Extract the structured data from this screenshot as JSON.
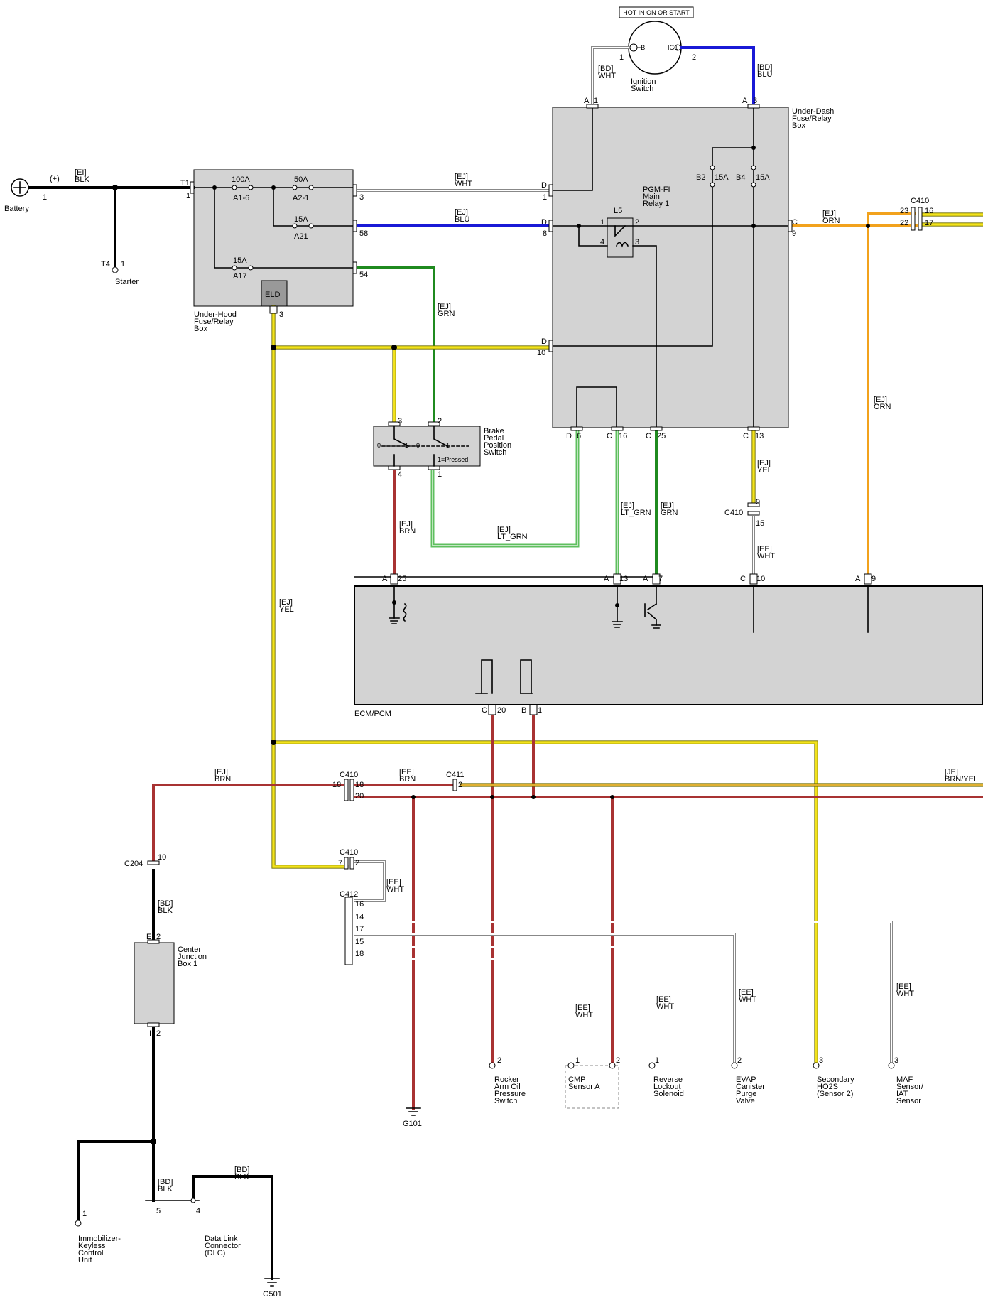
{
  "header_label": "HOT IN ON OR START",
  "components": {
    "battery": {
      "name": "Battery",
      "polarity": "(+)",
      "pin": "1",
      "wire": "[EI]\nBLK"
    },
    "starter": {
      "name": "Starter",
      "connector": "T4",
      "pin": "1"
    },
    "ignition_switch": {
      "name": "Ignition\nSwitch",
      "pin_b": "+B",
      "pin_ig": "IG1",
      "pin1": "1",
      "pin2": "2"
    },
    "under_hood_box": {
      "name": "Under-Hood\nFuse/Relay\nBox",
      "connector": "T1",
      "pin": "1",
      "eld": "ELD",
      "fuses": [
        {
          "rating": "100A",
          "id": "A1-6"
        },
        {
          "rating": "50A",
          "id": "A2-1"
        },
        {
          "rating": "15A",
          "id": "A21"
        },
        {
          "rating": "15A",
          "id": "A17"
        }
      ],
      "pins": [
        "3",
        "58",
        "54",
        "3"
      ]
    },
    "under_dash_box": {
      "name": "Under-Dash\nFuse/Relay\nBox",
      "relay": "PGM-FI\nMain\nRelay 1",
      "relay_id": "L5",
      "fuses": [
        {
          "rating": "15A",
          "id": "B2"
        },
        {
          "rating": "15A",
          "id": "B4"
        }
      ]
    },
    "brake_switch": {
      "name": "Brake\nPedal\nPosition\nSwitch",
      "pressed": "1=Pressed"
    },
    "ecm": {
      "name": "ECM/PCM"
    },
    "center_junction": {
      "name": "Center\nJunction\nBox 1"
    },
    "immobilizer": {
      "name": "Immobilizer-\nKeyless\nControl\nUnit",
      "pin": "1"
    },
    "dlc": {
      "name": "Data Link\nConnector\n(DLC)",
      "pin": "4",
      "pin5": "5"
    },
    "g501": {
      "name": "G501"
    },
    "g101": {
      "name": "G101"
    },
    "rocker": {
      "name": "Rocker\nArm Oil\nPressure\nSwitch",
      "pin": "2"
    },
    "cmp": {
      "name": "CMP\nSensor A",
      "pin1": "1",
      "pin2": "2"
    },
    "reverse": {
      "name": "Reverse\nLockout\nSolenoid",
      "pin": "1"
    },
    "evap": {
      "name": "EVAP\nCanister\nPurge\nValve",
      "pin": "2"
    },
    "ho2s": {
      "name": "Secondary\nHO2S\n(Sensor 2)",
      "pin": "3"
    },
    "maf": {
      "name": "MAF\nSensor/\nIAT\nSensor",
      "pin": "3"
    }
  },
  "wires": {
    "bd_wht": "[BD]\nWHT",
    "bd_blu": "[BD]\nBLU",
    "ej_wht": "[EJ]\nWHT",
    "ej_blu": "[EJ]\nBLU",
    "ej_grn": "[EJ]\nGRN",
    "ej_orn": "[EJ]\nORN",
    "ej_orn2": "[EJ]\nORN",
    "ej_yel": "[EJ]\nYEL",
    "ej_yel2": "[EJ]\nYEL",
    "ej_brn": "[EJ]\nBRN",
    "ej_ltgrn": "[EJ]\nLT_GRN",
    "ej_ltgrn2": "[EJ]\nLT_GRN",
    "ej_grn2": "[EJ]\nGRN",
    "ee_wht": "[EE]\nWHT",
    "ej_brn2": "[EJ]\nBRN",
    "ee_brn": "[EE]\nBRN",
    "je_brnyel": "[JE]\nBRN/YEL",
    "bd_blk": "[BD]\nBLK",
    "bd_blk2": "[BD]\nBLK",
    "bd_blk3": "[BD]\nBLK",
    "ee_wht2": "[EE]\nWHT",
    "ee_wht3": "[EE]\nWHT",
    "ee_wht4": "[EE]\nWHT",
    "ee_wht5": "[EE]\nWHT",
    "ee_wht6": "[EE]\nWHT"
  },
  "connectors": {
    "c410_a": {
      "name": "C410",
      "pins": [
        "23",
        "16",
        "22",
        "17"
      ]
    },
    "c410_b": {
      "name": "C410",
      "pins": [
        "9",
        "15"
      ]
    },
    "c410_c": {
      "name": "C410",
      "pins": [
        "18",
        "18",
        "20"
      ]
    },
    "c410_d": {
      "name": "C410",
      "pins": [
        "7",
        "2"
      ]
    },
    "c411": {
      "name": "C411",
      "pin": "2"
    },
    "c412": {
      "name": "C412",
      "pins": [
        "16",
        "14",
        "17",
        "15",
        "18"
      ]
    },
    "c204": {
      "name": "C204",
      "pin": "10"
    }
  },
  "pin_labels": {
    "a1": "A",
    "n1": "1",
    "a3": "A",
    "n3": "3",
    "d1": "D",
    "n1b": "1",
    "d8": "D",
    "n8": "8",
    "d10": "D",
    "n10": "10",
    "c9": "C",
    "n9": "9",
    "b2": "B2",
    "b4": "B4",
    "l1": "1",
    "l2": "2",
    "l3": "3",
    "l4": "4",
    "d6": "D",
    "n6": "6",
    "c16": "C",
    "n16": "16",
    "c25": "C",
    "n25": "25",
    "c13": "C",
    "n13": "13",
    "bp3": "3",
    "bp2": "2",
    "bp4": "4",
    "bp1": "1",
    "bp0a": "0",
    "bp1a": "1",
    "bp0b": "0",
    "bp1b": "1",
    "ea25": "A",
    "en25": "25",
    "ea13": "A",
    "en13": "13",
    "ea7": "A",
    "en7": "7",
    "ec10": "C",
    "en10": "10",
    "ea9": "A",
    "en9": "9",
    "ec20": "C",
    "en20": "20",
    "eb1": "B",
    "en1": "1",
    "e2": "E",
    "n2": "2",
    "i2": "I",
    "n2b": "2"
  }
}
